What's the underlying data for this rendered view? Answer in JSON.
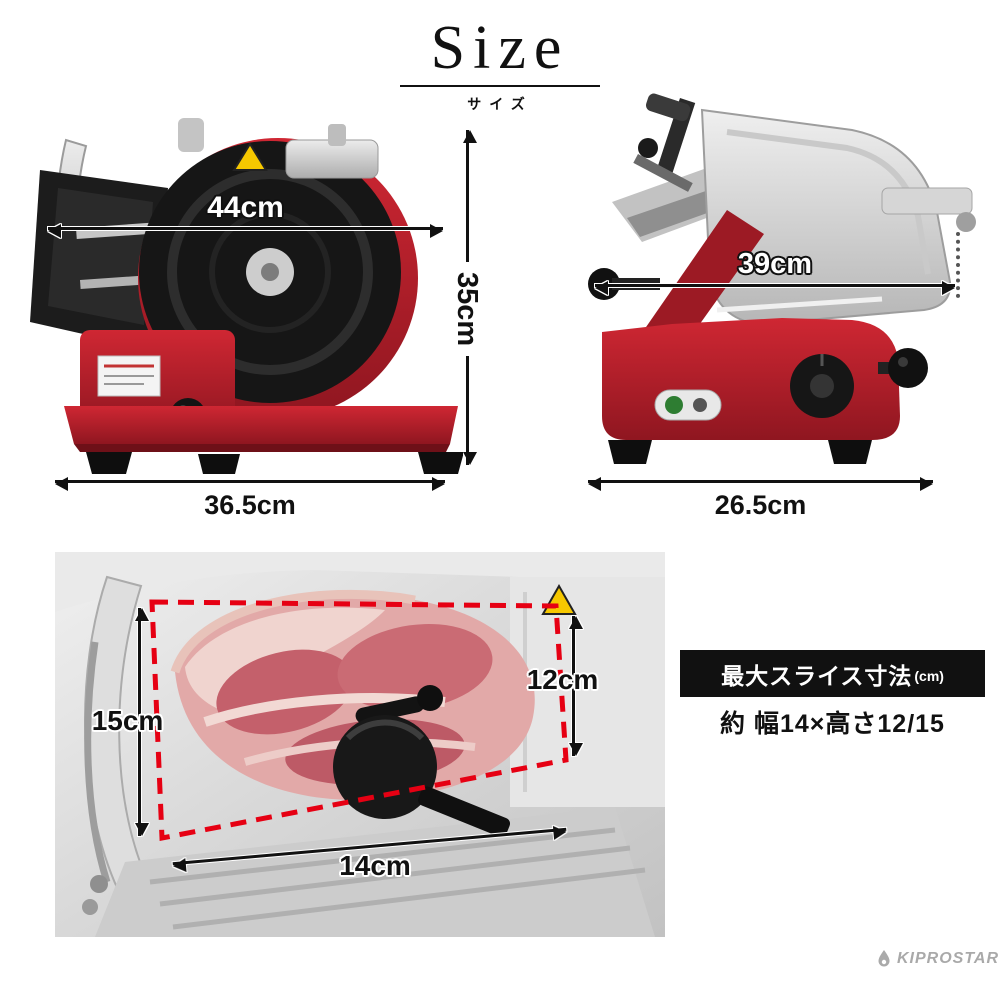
{
  "title": {
    "main": "Size",
    "sub": "サイズ"
  },
  "dimensions": {
    "front_view": {
      "blade_width": "44cm",
      "height": "35cm",
      "base_width": "36.5cm"
    },
    "side_view": {
      "depth": "39cm",
      "base_depth": "26.5cm"
    },
    "slice_area": {
      "max_height": "15cm",
      "height": "12cm",
      "width": "14cm"
    }
  },
  "spec_box": {
    "heading": "最大スライス寸法",
    "unit": "(cm)",
    "value": "約 幅14×高さ12/15"
  },
  "brand": "KIPROSTAR"
}
